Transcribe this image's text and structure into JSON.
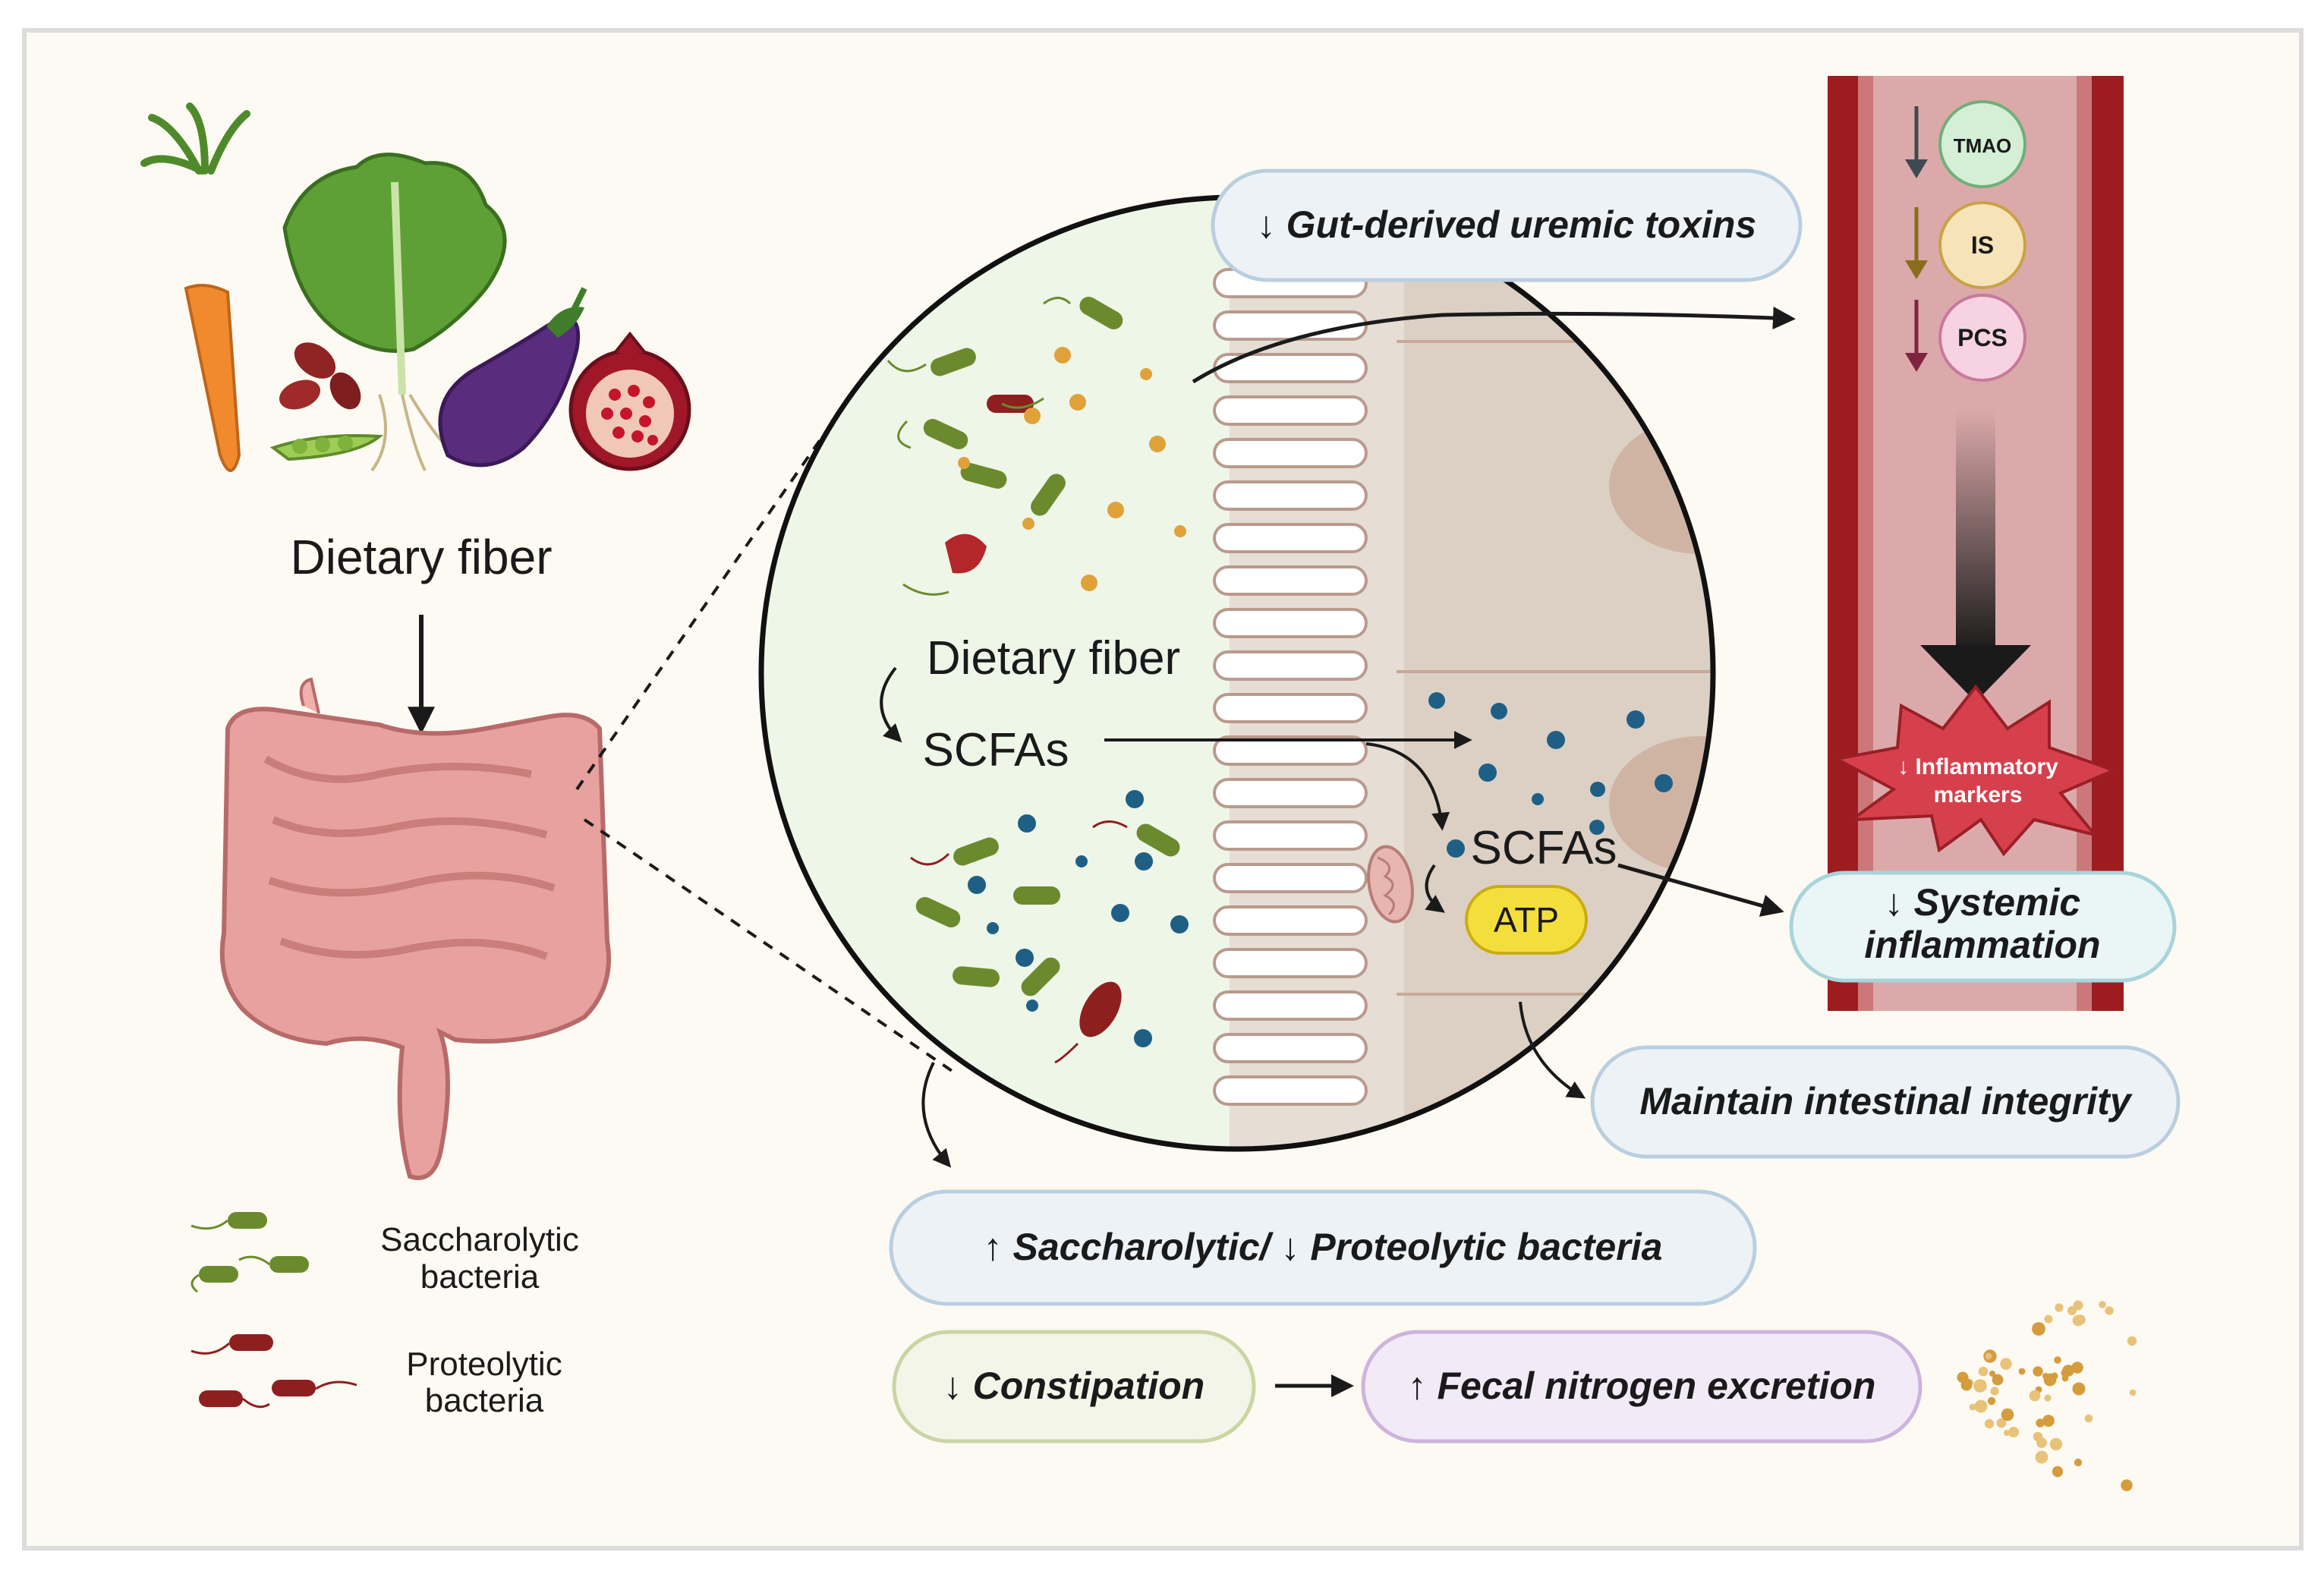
{
  "left": {
    "diet_label": "Dietary fiber",
    "legend": {
      "saccharolytic": [
        "Saccharolytic",
        "bacteria"
      ],
      "proteolytic": [
        "Proteolytic",
        "bacteria"
      ]
    }
  },
  "circle": {
    "fiber_label": "Dietary fiber",
    "scfa_label": "SCFAs",
    "scfa_cell_label": "SCFAs",
    "atp_label": "ATP"
  },
  "vessel": {
    "toxins": [
      {
        "label": "TMAO",
        "fill": "#d4efd6",
        "stroke": "#6fb078",
        "arrow": "#3e4a52"
      },
      {
        "label": "IS",
        "fill": "#f6e4b8",
        "stroke": "#c9a247",
        "arrow": "#8a6d1c"
      },
      {
        "label": "PCS",
        "fill": "#f7d3e2",
        "stroke": "#c7799a",
        "arrow": "#7e2440"
      }
    ],
    "inflammatory": [
      "↓ Inflammatory",
      "markers"
    ]
  },
  "boxes": {
    "toxins": "↓ Gut-derived uremic toxins",
    "systemic": [
      "↓ Systemic",
      "inflammation"
    ],
    "integrity": "Maintain intestinal integrity",
    "bacteria": "↑ Saccharolytic/ ↓ Proteolytic bacteria",
    "constipation": "↓ Constipation",
    "fecal": "↑ Fecal nitrogen excretion"
  },
  "colors": {
    "background": "#fcfaf2",
    "vessel_red": "#9e1b1f",
    "vessel_inner": "#dca9aa",
    "saccharolytic": "#6b8a2e",
    "proteolytic": "#8e1f1f",
    "scfa_dot": "#1f5f86",
    "fiber_dot": "#e0a13a",
    "atp": "#f4de3c",
    "star": "#d6404c"
  }
}
